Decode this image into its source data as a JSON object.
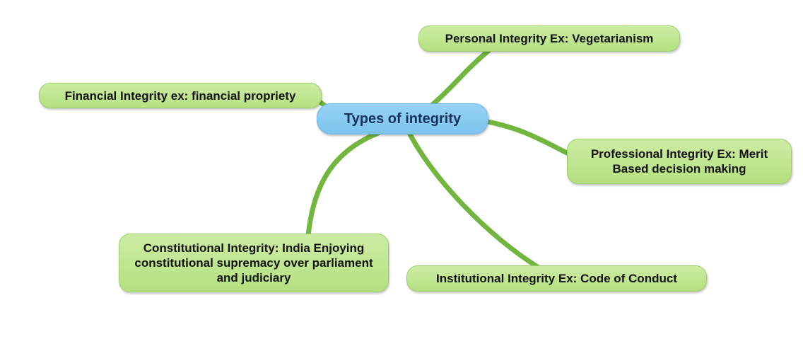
{
  "diagram": {
    "title": "Types of integrity mind map",
    "center_node": {
      "label": "Types of integrity"
    },
    "nodes": [
      {
        "id": "personal",
        "label": "Personal Integrity Ex: Vegetarianism"
      },
      {
        "id": "financial",
        "label": "Financial Integrity ex: financial propriety"
      },
      {
        "id": "professional",
        "label": "Professional Integrity Ex: Merit Based decision making"
      },
      {
        "id": "constitutional",
        "label": "Constitutional Integrity: India Enjoying constitutional supremacy over parliament and judiciary"
      },
      {
        "id": "institutional",
        "label": "Institutional Integrity Ex: Code of Conduct"
      }
    ],
    "colors": {
      "center_fill": "#7cc3ee",
      "center_text": "#16335d",
      "node_fill": "#b4e080",
      "node_border": "#9fcf6a",
      "node_text": "#121212",
      "connector": "#72b63f"
    }
  }
}
